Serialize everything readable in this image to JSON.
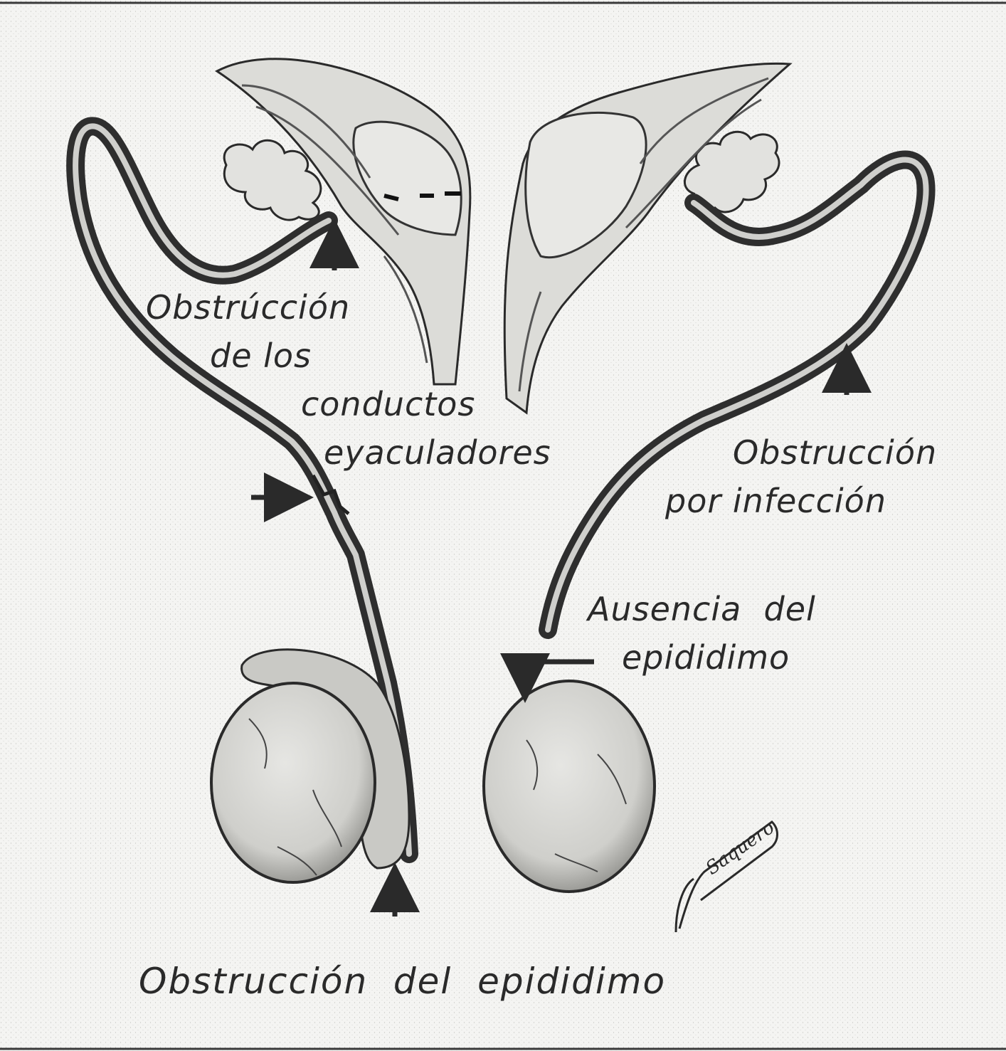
{
  "labels": {
    "ejaculatory_ducts": [
      "Obstrúcción",
      "de los",
      "conductos",
      "eyaculadores"
    ],
    "infection": [
      "Obstrucción",
      "por infección"
    ],
    "absence": [
      "Ausencia  del",
      "epididimo"
    ],
    "epididymis": "Obstrucción  del  epididimo"
  },
  "signature_text": "Saquero",
  "colors": {
    "background": "#f4f4f2",
    "ink": "#2a2a2a",
    "organ_fill": "#d9d9d6",
    "duct": "#3a3a3a"
  }
}
